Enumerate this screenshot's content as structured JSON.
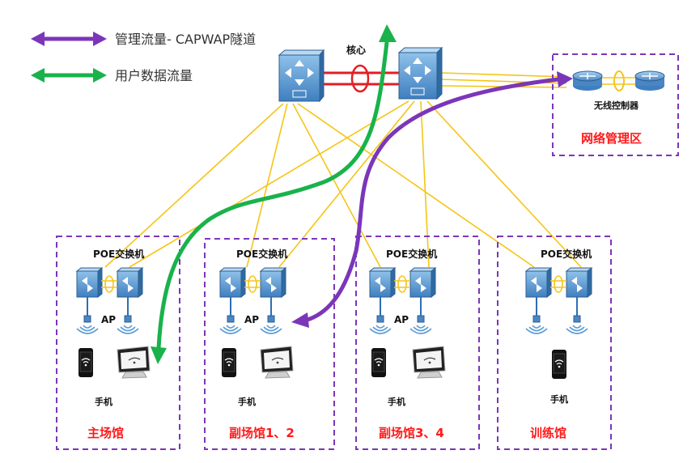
{
  "legend": {
    "management": {
      "label": "管理流量- CAPWAP隧道",
      "color": "#7b36b8"
    },
    "user": {
      "label": "用户数据流量",
      "color": "#19b24b"
    }
  },
  "core": {
    "label": "核心"
  },
  "network_zone": {
    "label": "网络管理区",
    "controller_label": "无线控制器"
  },
  "sites": [
    {
      "name": "主场馆",
      "switch_label": "POE交换机",
      "ap_label": "AP",
      "phone_label": "手机"
    },
    {
      "name": "副场馆1、2",
      "switch_label": "POE交换机",
      "ap_label": "AP",
      "phone_label": "手机"
    },
    {
      "name": "副场馆3、4",
      "switch_label": "POE交换机",
      "ap_label": "AP",
      "phone_label": "手机"
    },
    {
      "name": "训练馆",
      "switch_label": "POE交换机",
      "phone_label": "手机"
    }
  ],
  "colors": {
    "link": "#f5c518",
    "stack": "#e31e24",
    "zone_border": "#7b36b8",
    "device": "#5b9bd5"
  }
}
